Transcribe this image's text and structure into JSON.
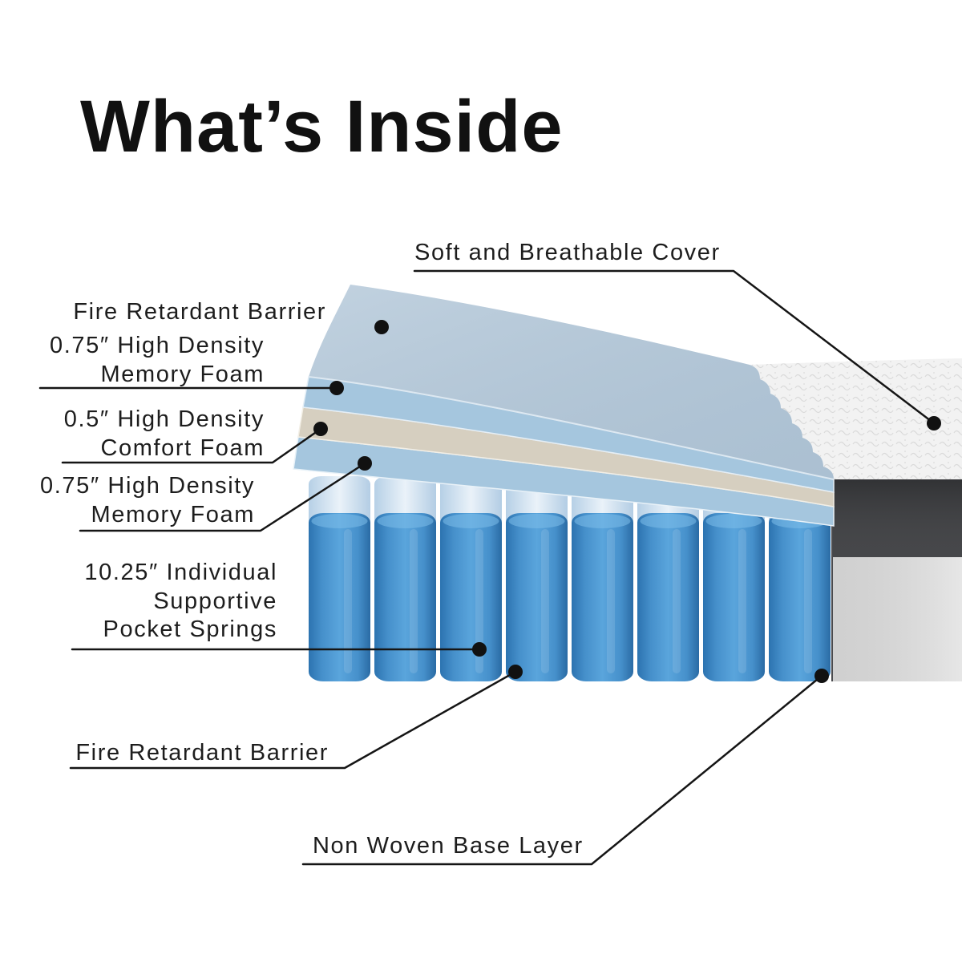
{
  "title": "What’s Inside",
  "callouts": {
    "cover": {
      "lines": [
        "Soft and Breathable Cover"
      ]
    },
    "fire_barrier_top": {
      "lines": [
        "Fire Retardant Barrier"
      ]
    },
    "memory_foam_upper": {
      "lines": [
        "0.75″ High Density",
        "Memory Foam"
      ]
    },
    "comfort_foam": {
      "lines": [
        "0.5″ High Density",
        "Comfort Foam"
      ]
    },
    "memory_foam_lower": {
      "lines": [
        "0.75″ High Density",
        "Memory Foam"
      ]
    },
    "pocket_springs": {
      "lines": [
        "10.25″ Individual",
        "Supportive",
        "Pocket Springs"
      ]
    },
    "fire_barrier_bottom": {
      "lines": [
        "Fire Retardant Barrier"
      ]
    },
    "base_layer": {
      "lines": [
        "Non Woven Base Layer"
      ]
    }
  },
  "colors": {
    "top_sheet": "#b4c8d9",
    "memory_foam": "#a5c6de",
    "comfort_foam": "#d6cfc0",
    "spring": "#5aa5dc",
    "cover": "#f2f2f2",
    "base_dark": "#3a3b3e",
    "base_light": "#e2e2e2"
  }
}
